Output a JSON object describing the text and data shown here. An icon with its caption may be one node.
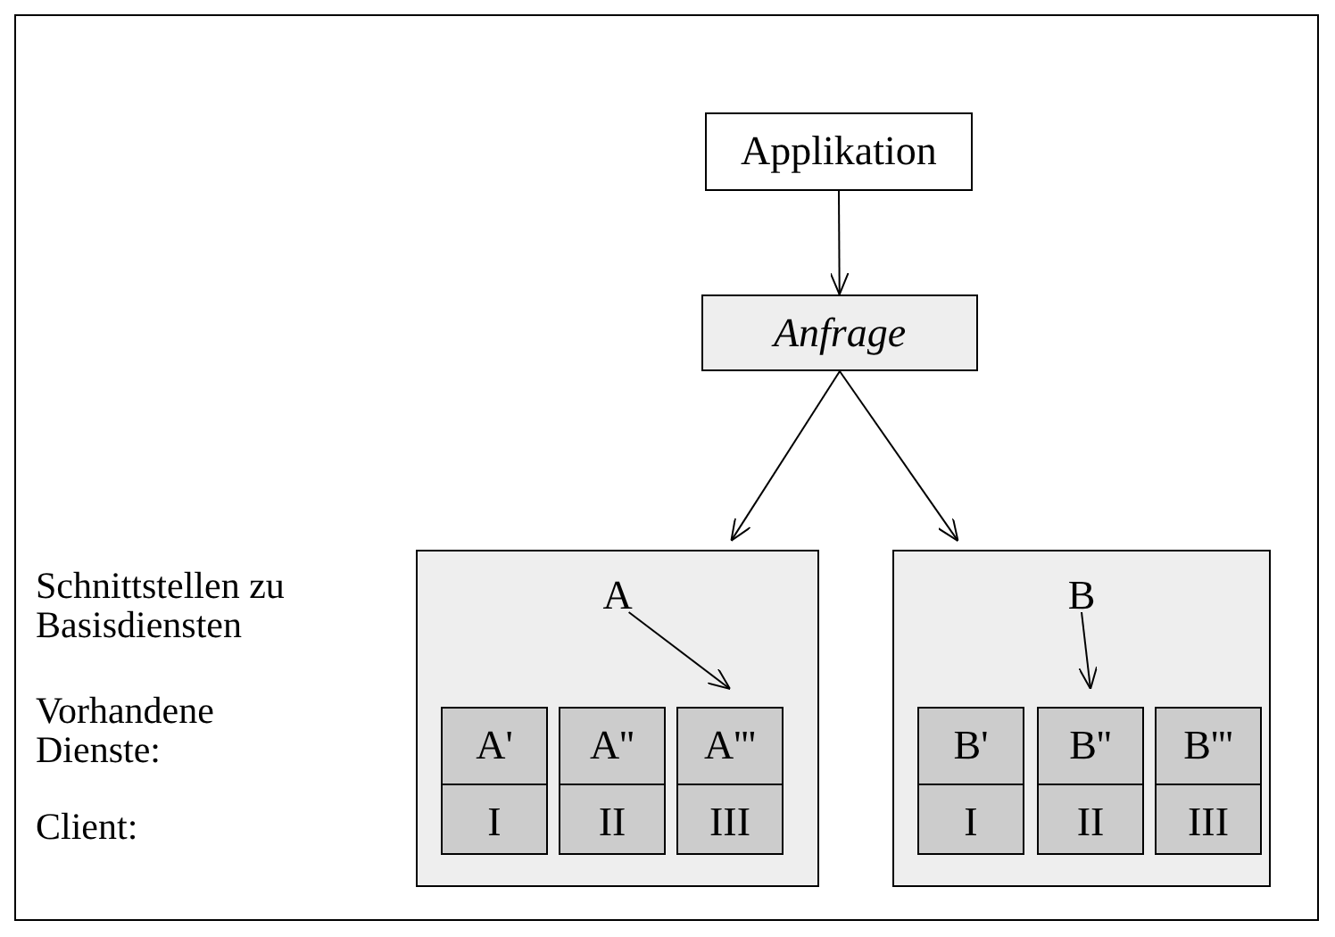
{
  "diagram": {
    "nodes": [
      {
        "text": [
          "Applikation"
        ]
      },
      {
        "text": [
          "Anfrage"
        ]
      },
      {
        "text": [
          "A"
        ]
      },
      {
        "text": [
          "A'",
          "I"
        ],
        "in": 2
      },
      {
        "text": [
          "A''",
          "II"
        ],
        "in": 2
      },
      {
        "text": [
          "A'''",
          "III"
        ],
        "in": 2
      },
      {
        "text": [
          "B"
        ]
      },
      {
        "text": [
          "B'",
          "I"
        ],
        "in": 6
      },
      {
        "text": [
          "B''",
          "II"
        ],
        "in": 6
      },
      {
        "text": [
          "B'''",
          "III"
        ],
        "in": 6
      }
    ],
    "edges": [
      {
        "from": 0,
        "to": 1,
        "arrow": "to"
      },
      {
        "from": 1,
        "to": 2,
        "arrow": "to"
      },
      {
        "from": 1,
        "to": 6,
        "arrow": "to"
      },
      {
        "from": 2,
        "to": 5,
        "arrow": "to"
      },
      {
        "from": 6,
        "to": 8,
        "arrow": "to"
      }
    ],
    "labels": [
      "Schnittstellen zu Basisdiensten",
      "Vorhandene Dienste:",
      "Client:"
    ]
  }
}
